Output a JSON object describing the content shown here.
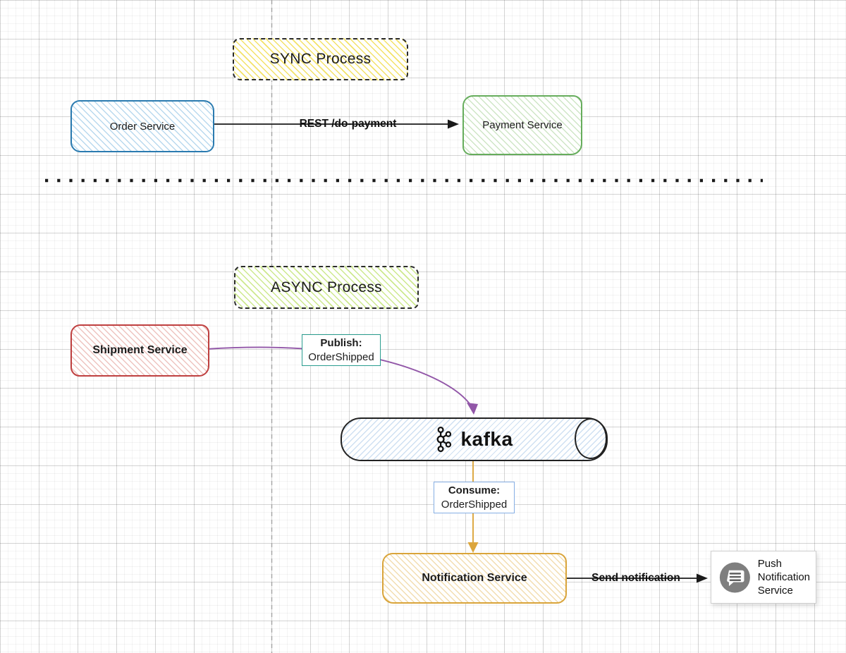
{
  "sections": {
    "sync": {
      "title": "SYNC Process",
      "order_service": "Order Service",
      "payment_service": "Payment Service",
      "rest_label": "REST /do-payment"
    },
    "async": {
      "title": "ASYNC Process",
      "shipment_service": "Shipment Service",
      "publish": {
        "title": "Publish:",
        "event": "OrderShipped"
      },
      "kafka_label": "kafka",
      "consume": {
        "title": "Consume:",
        "event": "OrderShipped"
      },
      "notification_service": "Notification Service",
      "send_label": "Send notification",
      "push_service": {
        "line1": "Push",
        "line2": "Notification",
        "line3": "Service"
      }
    }
  },
  "colors": {
    "order_service_border": "#2b7bb0",
    "payment_service_border": "#66ad5c",
    "shipment_service_border": "#bf4040",
    "notification_service_border": "#d9a43a",
    "sync_fill_hatch": "#f3e268",
    "async_fill_hatch": "#cde98e",
    "kafka_fill_hatch": "#cfe0f2",
    "publish_label_border": "#2a9d8f",
    "consume_label_border": "#85aee4",
    "publish_arrow": "#9257a8",
    "consume_arrow": "#dca63d",
    "push_icon_gray": "#7f7f7f",
    "arrow_black": "#1a1a1a"
  }
}
